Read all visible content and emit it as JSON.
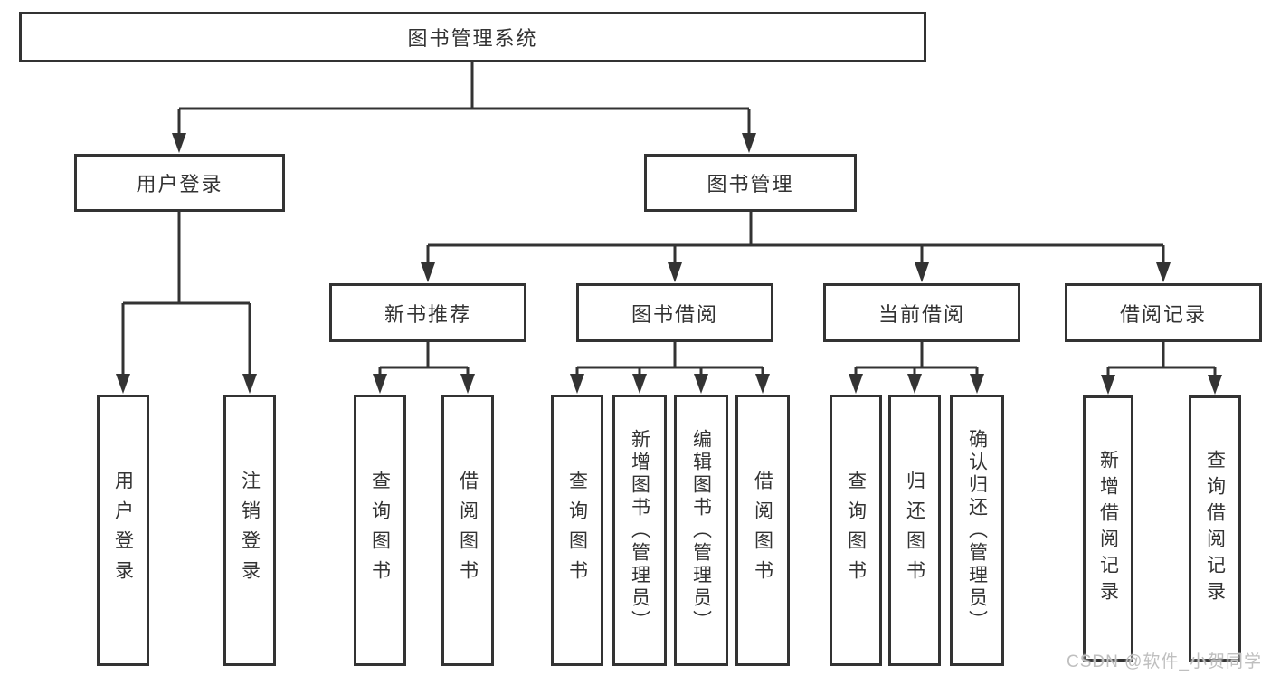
{
  "diagram": {
    "root": {
      "label": "图书管理系统"
    },
    "level2": [
      {
        "label": "用户登录",
        "children": [
          {
            "label": "用户登录"
          },
          {
            "label": "注销登录"
          }
        ]
      },
      {
        "label": "图书管理",
        "children": [
          {
            "label": "新书推荐",
            "children": [
              {
                "label": "查询图书"
              },
              {
                "label": "借阅图书"
              }
            ]
          },
          {
            "label": "图书借阅",
            "children": [
              {
                "label": "查询图书"
              },
              {
                "label": "新增图书（管理员）"
              },
              {
                "label": "编辑图书（管理员）"
              },
              {
                "label": "借阅图书"
              }
            ]
          },
          {
            "label": "当前借阅",
            "children": [
              {
                "label": "查询图书"
              },
              {
                "label": "归还图书"
              },
              {
                "label": "确认归还（管理员）"
              }
            ]
          },
          {
            "label": "借阅记录",
            "children": [
              {
                "label": "新增借阅记录"
              },
              {
                "label": "查询借阅记录"
              }
            ]
          }
        ]
      }
    ]
  },
  "watermark": {
    "label": "CSDN @软件_小贺同学"
  },
  "colors": {
    "line": "#333333",
    "text": "#333333",
    "box_fill": "#ffffff",
    "watermark": "#bfbfbf",
    "background": "#ffffff"
  }
}
